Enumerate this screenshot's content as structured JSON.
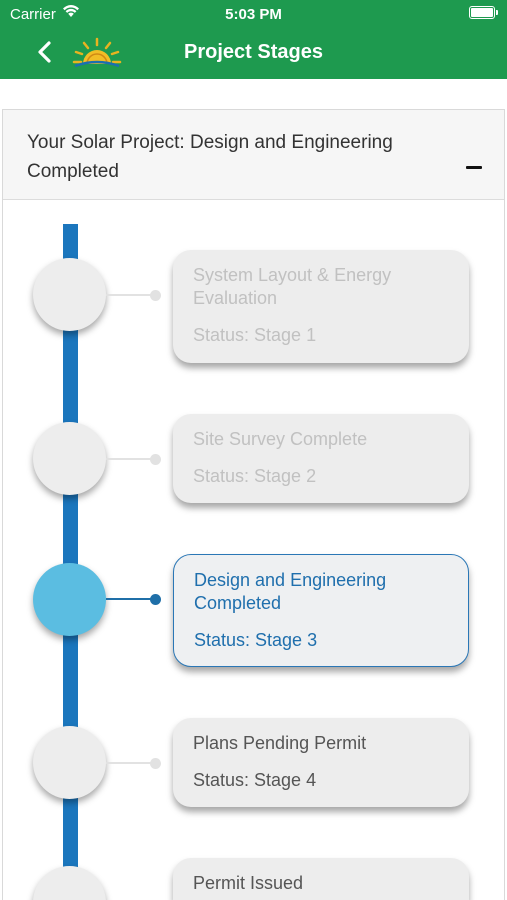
{
  "status_bar": {
    "carrier": "Carrier",
    "time": "5:03 PM"
  },
  "header": {
    "title": "Project Stages",
    "back_icon": "chevron-left-icon",
    "logo_icon": "sun-logo-icon",
    "color": "#1e9a4f"
  },
  "panel": {
    "title": "Your Solar Project: Design and Engineering Completed",
    "toggle_icon": "minus-icon"
  },
  "timeline": {
    "bar_color": "#1b76bd",
    "active_color": "#5bbde1"
  },
  "stages": [
    {
      "title": "System Layout & Energy Evaluation",
      "status": "Status: Stage 1",
      "state": "faded"
    },
    {
      "title": "Site Survey Complete",
      "status": "Status: Stage 2",
      "state": "faded"
    },
    {
      "title": "Design and Engineering Completed",
      "status": "Status: Stage 3",
      "state": "active"
    },
    {
      "title": "Plans Pending Permit",
      "status": "Status: Stage 4",
      "state": "upcoming"
    },
    {
      "title": "Permit Issued",
      "status": "",
      "state": "upcoming"
    }
  ]
}
